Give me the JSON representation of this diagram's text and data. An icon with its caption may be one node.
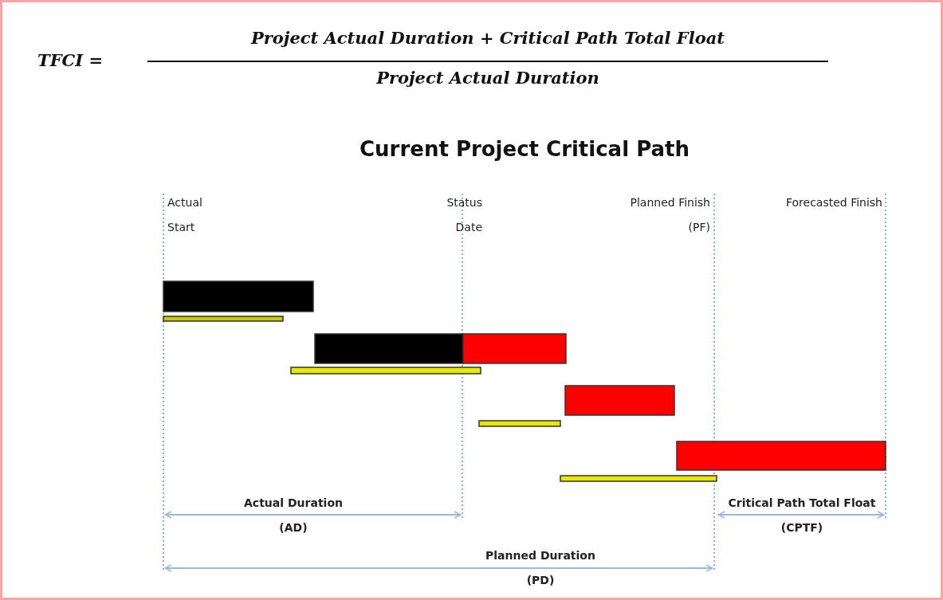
{
  "diagram": {
    "title": "Current Project Critical Path",
    "labels": [
      "TFCI =",
      "Project Actual Duration + Critical Path Total Float",
      "Project Actual Duration",
      "Actual Start",
      "Status Date",
      "Planned Finish (PF)",
      "Forecasted Finish",
      "Actual Duration (AD)",
      "Critical Path Total Float (CPTF)",
      "Planned Duration (PD)"
    ]
  }
}
